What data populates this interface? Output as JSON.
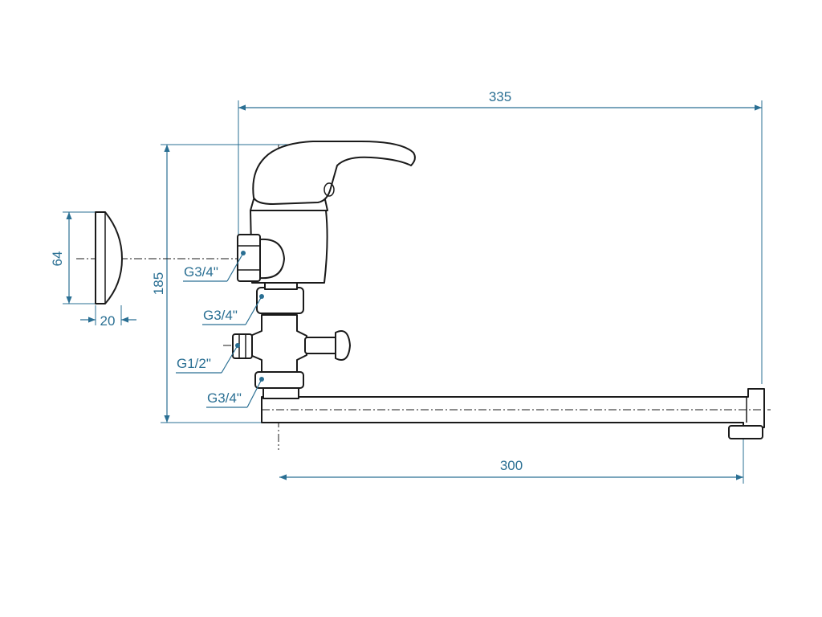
{
  "dimensions": {
    "overall_length": "335",
    "spout_reach": "300",
    "height": "185",
    "flange_diameter": "64",
    "flange_depth": "20"
  },
  "threads": {
    "thread_1": "G3/4\"",
    "thread_2": "G3/4\"",
    "thread_3": "G1/2\"",
    "thread_4": "G3/4\""
  },
  "colors": {
    "dimension_lines": "#2a6f93",
    "drawing_lines": "#1a1a1a"
  }
}
